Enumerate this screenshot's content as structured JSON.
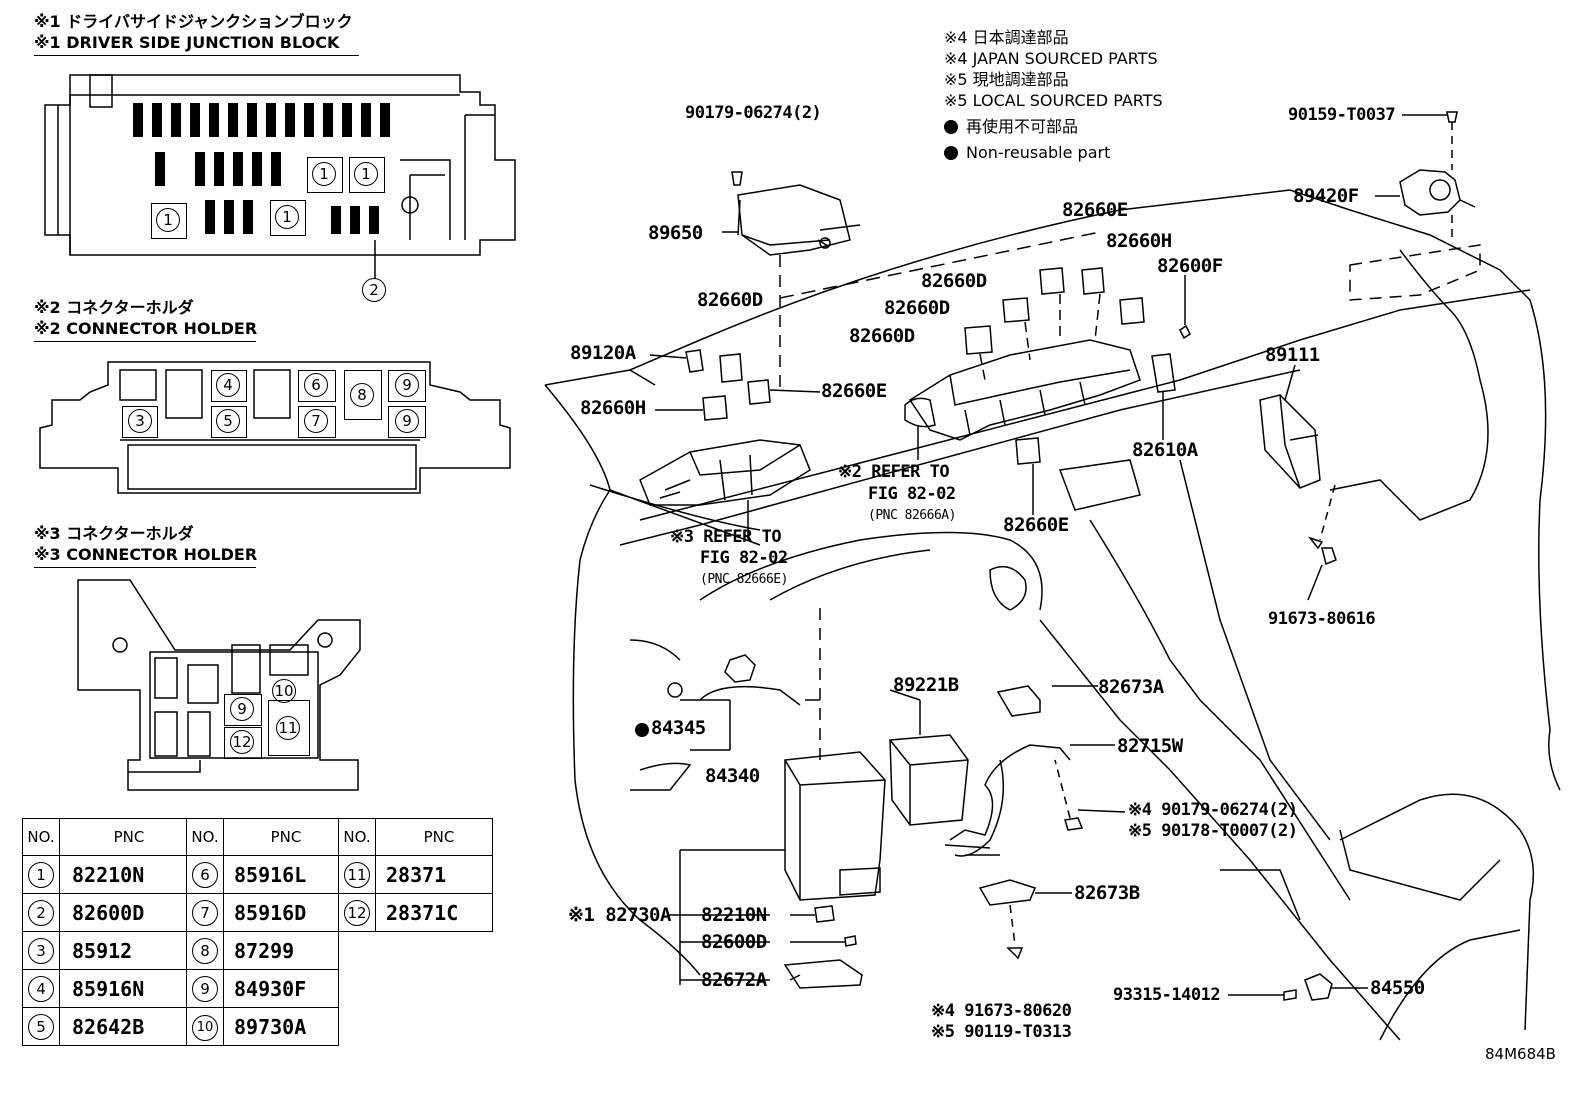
{
  "headers": {
    "h1_ja": "※1 ドライバサイドジャンクションブロック",
    "h1_en": "※1 DRIVER SIDE JUNCTION BLOCK",
    "h2_ja": "※2 コネクターホルダ",
    "h2_en": "※2 CONNECTOR HOLDER",
    "h3_ja": "※3 コネクターホルダ",
    "h3_en": "※3 CONNECTOR HOLDER"
  },
  "notes": {
    "n4_ja": "※4 日本調達部品",
    "n4_en": "※4 JAPAN SOURCED PARTS",
    "n5_ja": "※5 現地調達部品",
    "n5_en": "※5 LOCAL SOURCED PARTS",
    "nr_ja": "再使用不可部品",
    "nr_en": "Non-reusable part"
  },
  "table": {
    "col_no": "NO.",
    "col_pnc": "PNC",
    "rows": [
      [
        {
          "no": "1",
          "pnc": "82210N"
        },
        {
          "no": "6",
          "pnc": "85916L"
        },
        {
          "no": "11",
          "pnc": "28371"
        }
      ],
      [
        {
          "no": "2",
          "pnc": "82600D"
        },
        {
          "no": "7",
          "pnc": "85916D"
        },
        {
          "no": "12",
          "pnc": "28371C"
        }
      ],
      [
        {
          "no": "3",
          "pnc": "85912"
        },
        {
          "no": "8",
          "pnc": "87299"
        }
      ],
      [
        {
          "no": "4",
          "pnc": "85916N"
        },
        {
          "no": "9",
          "pnc": "84930F"
        }
      ],
      [
        {
          "no": "5",
          "pnc": "82642B"
        },
        {
          "no": "10",
          "pnc": "89730A"
        }
      ]
    ]
  },
  "jb_marks": [
    "1",
    "1",
    "1",
    "1",
    "2"
  ],
  "ch2_marks": [
    "4",
    "6",
    "8",
    "9",
    "3",
    "5",
    "7",
    "9"
  ],
  "ch3_marks": [
    "10",
    "9",
    "11",
    "12"
  ],
  "labels": {
    "p90179a": "90179-06274(2)",
    "p89650": "89650",
    "p82660D_a": "82660D",
    "p89120A": "89120A",
    "p82660H_a": "82660H",
    "p82660E_a": "82660E",
    "ref3_a": "※3 REFER TO",
    "ref3_b": "FIG 82-02",
    "ref3_c": "(PNC 82666E)",
    "p82660E_b": "82660E",
    "p82660H_b": "82660H",
    "p82660D_b": "82660D",
    "p82660D_c": "82660D",
    "p82660D_d": "82660D",
    "p82600F": "82600F",
    "p82610A": "82610A",
    "ref2_a": "※2 REFER TO",
    "ref2_b": "FIG 82-02",
    "ref2_c": "(PNC 82666A)",
    "p82660E_c": "82660E",
    "p90159": "90159-T0037",
    "p89420F": "89420F",
    "p89111": "89111",
    "p91673a": "91673-80616",
    "p89221B": "89221B",
    "p82673A": "82673A",
    "p82715W": "82715W",
    "fast4": "※4 90179-06274(2)",
    "fast5": "※5 90178-T0007(2)",
    "p84345": "84345",
    "p84340": "84340",
    "p82730A": "※1 82730A",
    "p82210N": "82210N",
    "p82600D": "82600D",
    "p82672A": "82672A",
    "p82673B": "82673B",
    "bolt4": "※4 91673-80620",
    "bolt5": "※5 90119-T0313",
    "p93315": "93315-14012",
    "p84550": "84550",
    "code": "84M684B"
  }
}
